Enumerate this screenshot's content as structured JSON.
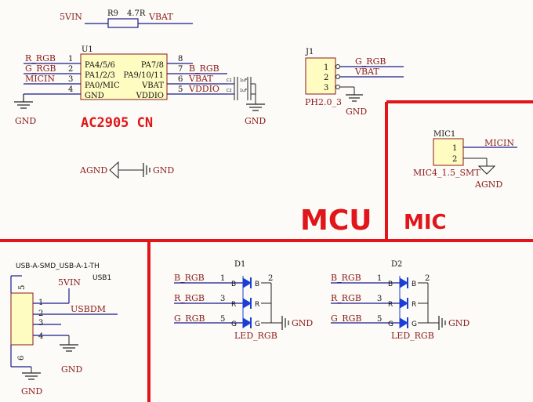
{
  "r9": {
    "ref": "R9",
    "value": "4.7R",
    "left_net": "5VIN",
    "right_net": "VBAT"
  },
  "u1": {
    "ref": "U1",
    "part": "AC2905 CN",
    "left_nets": [
      "R_RGB",
      "G_RGB",
      "MICIN"
    ],
    "left_pins": [
      "1",
      "2",
      "3",
      "4"
    ],
    "left_names": [
      "PA4/5/6",
      "PA1/2/3",
      "PA0/MIC",
      "GND"
    ],
    "right_pins": [
      "8",
      "7",
      "6",
      "5"
    ],
    "right_names": [
      "PA7/8",
      "PA9/10/11",
      "VBAT",
      "VDDIO"
    ],
    "right_nets": [
      "B_RGB",
      "VBAT",
      "VDDIO"
    ],
    "caps": [
      "C1",
      "C2"
    ],
    "cap_value": "1uF"
  },
  "j1": {
    "ref": "J1",
    "part": "PH2.0_3",
    "pins": [
      "1",
      "2",
      "3"
    ],
    "nets": [
      "G_RGB",
      "VBAT"
    ]
  },
  "mic1": {
    "ref": "MIC1",
    "part": "MIC4_1.5_SMT",
    "pins": [
      "1",
      "2"
    ],
    "net": "MICIN",
    "gnd": "AGND"
  },
  "agnd": {
    "left": "AGND",
    "right": "GND"
  },
  "sections": {
    "mcu": "MCU",
    "mic": "MIC"
  },
  "usb": {
    "header": "USB-A-SMD_USB-A-1-TH",
    "ref": "USB1",
    "pins": [
      "1",
      "2",
      "3",
      "4",
      "5",
      "6"
    ],
    "vnet": "5VIN",
    "dmnet": "USBDM"
  },
  "d1": {
    "ref": "D1",
    "part": "LED_RGB",
    "nets": [
      "B_RGB",
      "R_RGB",
      "G_RGB"
    ],
    "pins_left": [
      "1",
      "3",
      "5"
    ],
    "pin_right": "2",
    "letters": [
      "B",
      "R",
      "G"
    ]
  },
  "d2": {
    "ref": "D2",
    "part": "LED_RGB",
    "nets": [
      "B_RGB",
      "R_RGB",
      "G_RGB"
    ],
    "pins_left": [
      "1",
      "3",
      "5"
    ],
    "pin_right": "2",
    "letters": [
      "B",
      "R",
      "G"
    ]
  },
  "gnd": "GND"
}
